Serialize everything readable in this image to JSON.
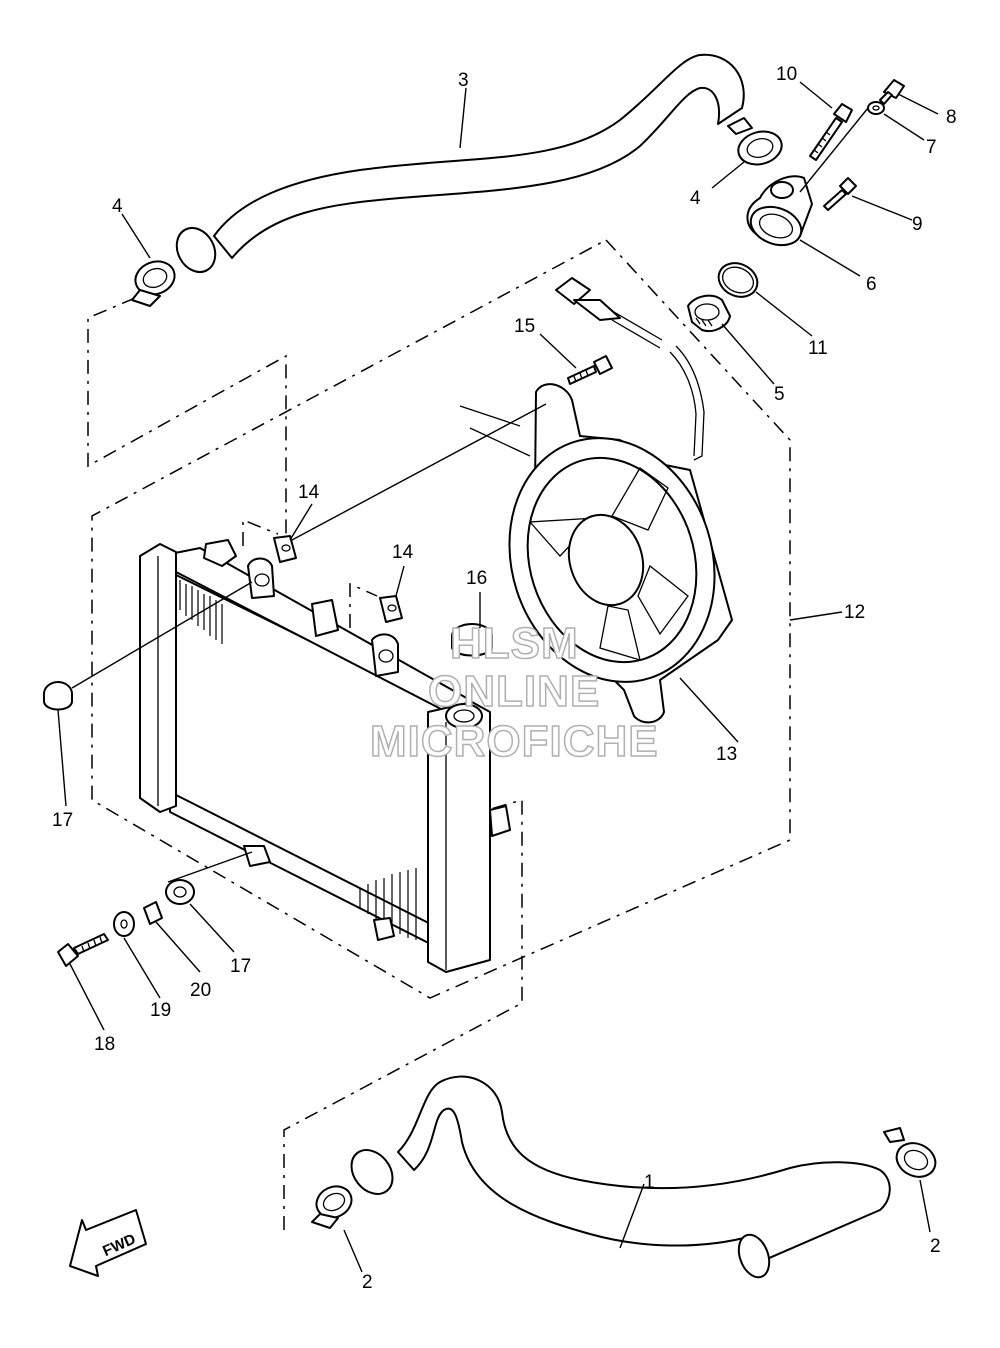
{
  "diagram": {
    "callouts": [
      {
        "id": "c-1",
        "label": "1"
      },
      {
        "id": "c-2a",
        "label": "2"
      },
      {
        "id": "c-2b",
        "label": "2"
      },
      {
        "id": "c-3",
        "label": "3"
      },
      {
        "id": "c-4a",
        "label": "4"
      },
      {
        "id": "c-4b",
        "label": "4"
      },
      {
        "id": "c-5",
        "label": "5"
      },
      {
        "id": "c-6",
        "label": "6"
      },
      {
        "id": "c-7",
        "label": "7"
      },
      {
        "id": "c-8",
        "label": "8"
      },
      {
        "id": "c-9",
        "label": "9"
      },
      {
        "id": "c-10",
        "label": "10"
      },
      {
        "id": "c-11",
        "label": "11"
      },
      {
        "id": "c-12",
        "label": "12"
      },
      {
        "id": "c-13",
        "label": "13"
      },
      {
        "id": "c-14a",
        "label": "14"
      },
      {
        "id": "c-14b",
        "label": "14"
      },
      {
        "id": "c-15",
        "label": "15"
      },
      {
        "id": "c-16",
        "label": "16"
      },
      {
        "id": "c-17a",
        "label": "17"
      },
      {
        "id": "c-17b",
        "label": "17"
      },
      {
        "id": "c-18",
        "label": "18"
      },
      {
        "id": "c-19",
        "label": "19"
      },
      {
        "id": "c-20",
        "label": "20"
      }
    ],
    "direction_label": "FWD",
    "watermark": [
      "HLSM",
      "ONLINE",
      "MICROFICHE"
    ]
  }
}
